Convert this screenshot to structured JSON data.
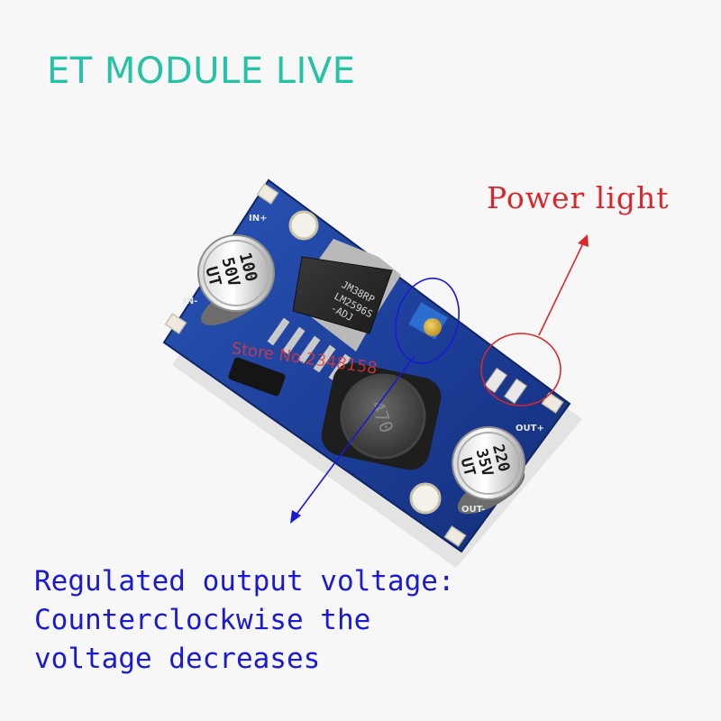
{
  "brand": {
    "text": "ET MODULE LIVE",
    "color": "#26c2a6"
  },
  "callouts": {
    "power_light": {
      "text": "Power light",
      "color": "#d8282c"
    },
    "output_voltage": {
      "color": "#1a1ad0",
      "lines": [
        "Regulated output voltage:",
        "Counterclockwise the",
        "voltage decreases"
      ]
    }
  },
  "board": {
    "pcb_color": "#1d3f9a",
    "silkscreen": {
      "in_plus": "IN+",
      "in_minus": "IN-",
      "out_plus": "OUT+",
      "out_minus": "OUT-"
    },
    "capacitor_input": {
      "line1": "100",
      "line2": "50V",
      "line3": "UT"
    },
    "capacitor_output": {
      "line1": "220",
      "line2": "35V",
      "line3": "UT"
    },
    "regulator_chip": {
      "line1": "JM38RP",
      "line2": "LM2596S",
      "line3": "-ADJ"
    },
    "inductor_marking": "470",
    "watermark": "Store No.2348158"
  }
}
